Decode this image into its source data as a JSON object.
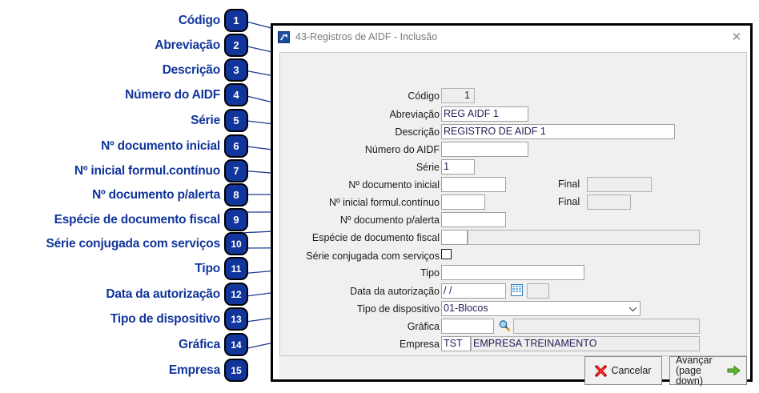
{
  "callouts": [
    {
      "n": "1",
      "label": "Código"
    },
    {
      "n": "2",
      "label": "Abreviação"
    },
    {
      "n": "3",
      "label": "Descrição"
    },
    {
      "n": "4",
      "label": "Número do AIDF"
    },
    {
      "n": "5",
      "label": "Série"
    },
    {
      "n": "6",
      "label": "Nº documento inicial"
    },
    {
      "n": "7",
      "label": "Nº inicial formul.contínuo"
    },
    {
      "n": "8",
      "label": "Nº documento p/alerta"
    },
    {
      "n": "9",
      "label": "Espécie de documento fiscal"
    },
    {
      "n": "10",
      "label": "Série conjugada com serviços"
    },
    {
      "n": "11",
      "label": "Tipo"
    },
    {
      "n": "12",
      "label": "Data da autorização"
    },
    {
      "n": "13",
      "label": "Tipo de dispositivo"
    },
    {
      "n": "14",
      "label": "Gráfica"
    },
    {
      "n": "15",
      "label": "Empresa"
    }
  ],
  "window": {
    "title": "43-Registros de AIDF - Inclusão",
    "close_label": "✕",
    "app_icon": "app-icon"
  },
  "form": {
    "codigo": {
      "label": "Código",
      "value": "1",
      "readonly": true
    },
    "abreviacao": {
      "label": "Abreviação",
      "value": "REG AIDF 1"
    },
    "descricao": {
      "label": "Descrição",
      "value": "REGISTRO DE AIDF 1"
    },
    "numero_aidf": {
      "label": "Número do AIDF",
      "value": ""
    },
    "serie": {
      "label": "Série",
      "value": "1"
    },
    "doc_inicial": {
      "label": "Nº documento inicial",
      "value": "",
      "final_label": "Final",
      "final_value": ""
    },
    "formul": {
      "label": "Nº inicial formul.contínuo",
      "value": "",
      "final_label": "Final",
      "final_value": ""
    },
    "doc_alerta": {
      "label": "Nº documento p/alerta",
      "value": ""
    },
    "especie": {
      "label": "Espécie de documento fiscal",
      "code": "",
      "desc": ""
    },
    "serie_conj": {
      "label": "Série conjugada com serviços",
      "checked": false
    },
    "tipo": {
      "label": "Tipo",
      "value": ""
    },
    "data_aut": {
      "label": "Data da autorização",
      "value": "/  /",
      "extra": ""
    },
    "tipo_disp": {
      "label": "Tipo de dispositivo",
      "value": "01-Blocos"
    },
    "grafica": {
      "label": "Gráfica",
      "code": "",
      "desc": ""
    },
    "empresa": {
      "label": "Empresa",
      "code": "TST",
      "desc": "EMPRESA TREINAMENTO"
    }
  },
  "buttons": {
    "cancelar": "Cancelar",
    "avancar_line1": "Avançar",
    "avancar_line2": "(page down)"
  },
  "colors": {
    "callout_blue": "#11359b",
    "panel_bg": "#f0f0f0",
    "field_text": "#262059"
  }
}
